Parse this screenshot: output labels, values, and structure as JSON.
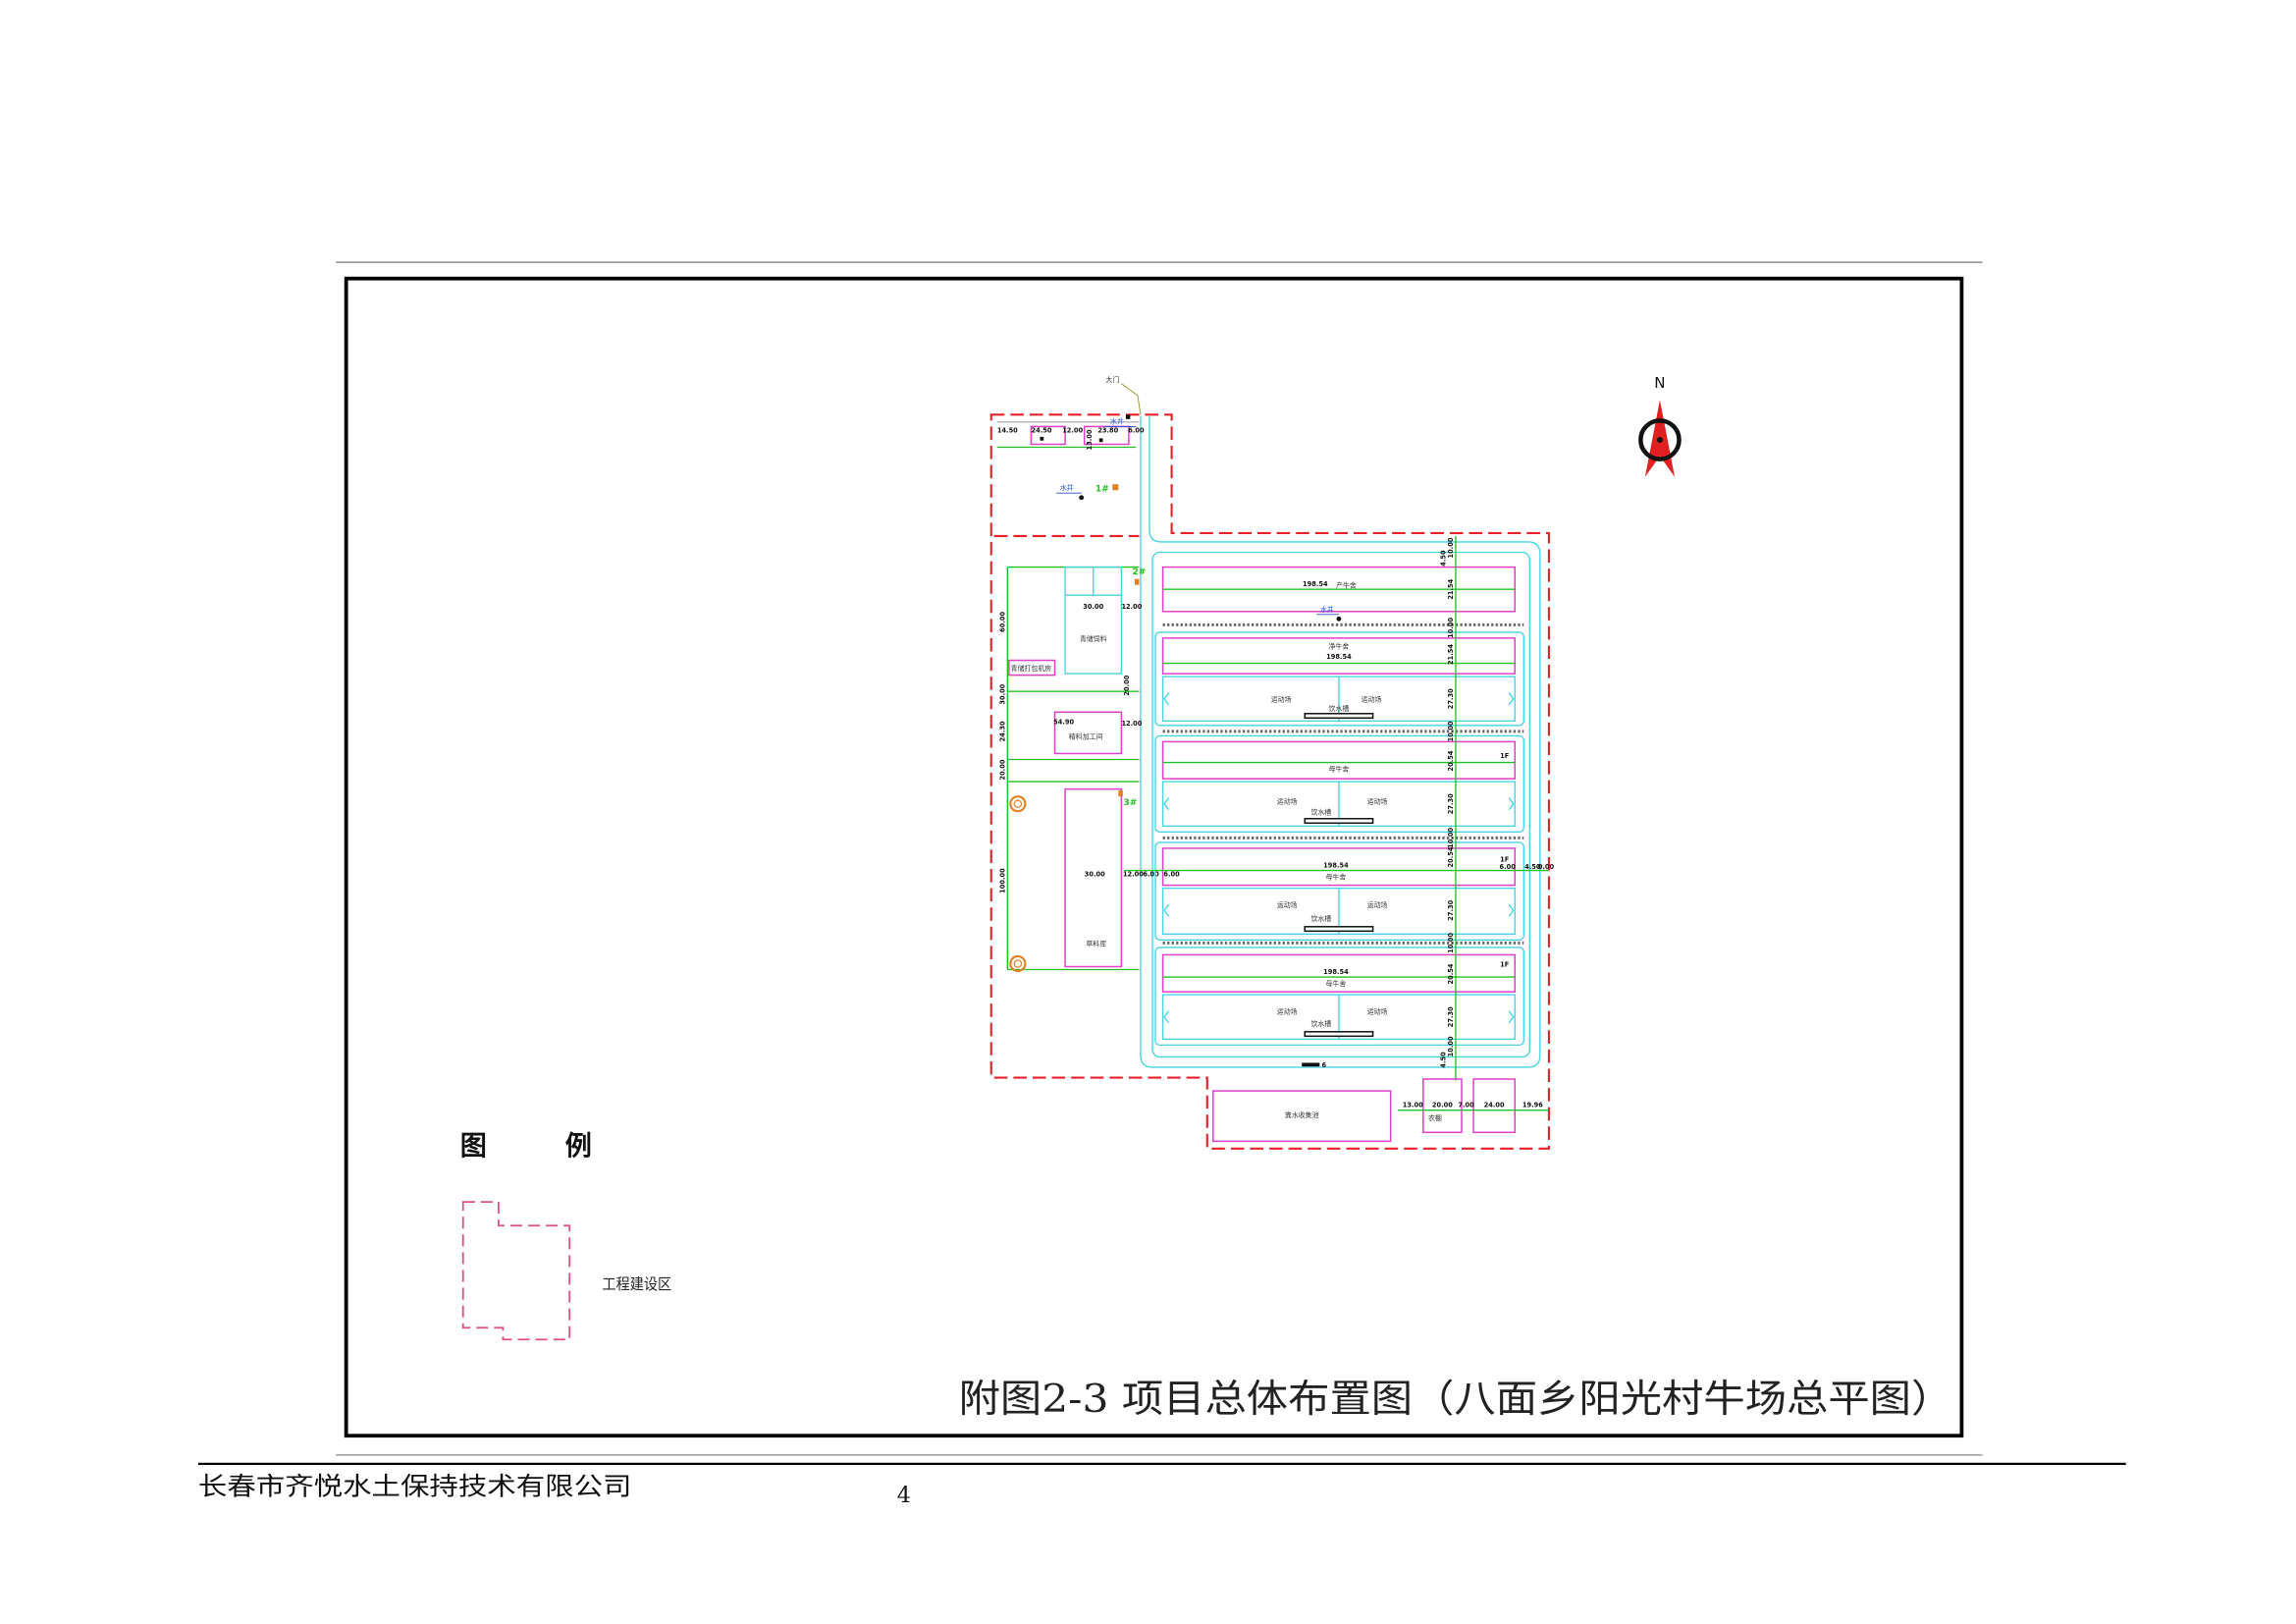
{
  "figure": {
    "caption": "附图2-3 项目总体布置图（八面乡阳光村牛场总平图）",
    "north_label": "N"
  },
  "legend": {
    "title": [
      "图",
      "例"
    ],
    "items": [
      {
        "label": "工程建设区"
      }
    ]
  },
  "plan": {
    "gate": "大门",
    "wells": [
      "水井",
      "水井",
      "水井"
    ],
    "markers": [
      "1#",
      "2#",
      "3#"
    ],
    "south_gate_dim": "6",
    "sheds": [
      {
        "name": "产牛舍",
        "length": "198.54"
      },
      {
        "name": "净牛舍",
        "length": "198.54",
        "yards": [
          "运动场",
          "运动场"
        ],
        "trough": "饮水槽"
      },
      {
        "name": "母牛舍",
        "floor": "1F",
        "yards": [
          "运动场",
          "运动场"
        ],
        "trough": "饮水槽"
      },
      {
        "name": "母牛舍",
        "length": "198.54",
        "floor": "1F",
        "yards": [
          "运动场",
          "运动场"
        ],
        "trough": "饮水槽"
      },
      {
        "name": "母牛舍",
        "length": "198.54",
        "floor": "1F",
        "yards": [
          "运动场",
          "运动场"
        ],
        "trough": "饮水槽"
      }
    ],
    "buildings": {
      "silage": {
        "name": "青储饲料",
        "dim": "30.00"
      },
      "baler_room": {
        "name": "青储打包机房"
      },
      "feed_mill": {
        "name": "精料加工间",
        "dim": "54.90"
      },
      "hay_store": {
        "name": "草料库",
        "dim": "30.00"
      },
      "manure_pool": {
        "name": "粪水收集池"
      },
      "shed": {
        "name": "农棚"
      }
    },
    "dims": {
      "top": [
        "14.50",
        "24.50",
        "12.00",
        "13.00",
        "23.80",
        "6.00"
      ],
      "left": [
        "60.00",
        "30.00",
        "24.30",
        "20.00",
        "100.00"
      ],
      "road": [
        "12.00",
        "20.00",
        "12.00",
        "12.00",
        "6.00",
        "6.00"
      ],
      "right": [
        "10.00",
        "21.54",
        "10.00",
        "21.54",
        "27.30",
        "10.00",
        "20.54",
        "27.30",
        "10.00",
        "20.54",
        "27.30",
        "10.00",
        "20.54",
        "27.30",
        "10.00"
      ],
      "edge": [
        "4.50",
        "4.50"
      ],
      "east": [
        "6.00",
        "4.50",
        "0.00"
      ],
      "south": [
        "13.00",
        "20.00",
        "7.00",
        "24.00",
        "19.96"
      ]
    }
  },
  "footer": {
    "company": "长春市齐悦水土保持技术有限公司",
    "page_number": "4"
  },
  "colors": {
    "boundary": "#e8202a",
    "building": "#e040c8",
    "road": "#44d4e4",
    "dimension": "#22c022",
    "frame": "#000000"
  }
}
